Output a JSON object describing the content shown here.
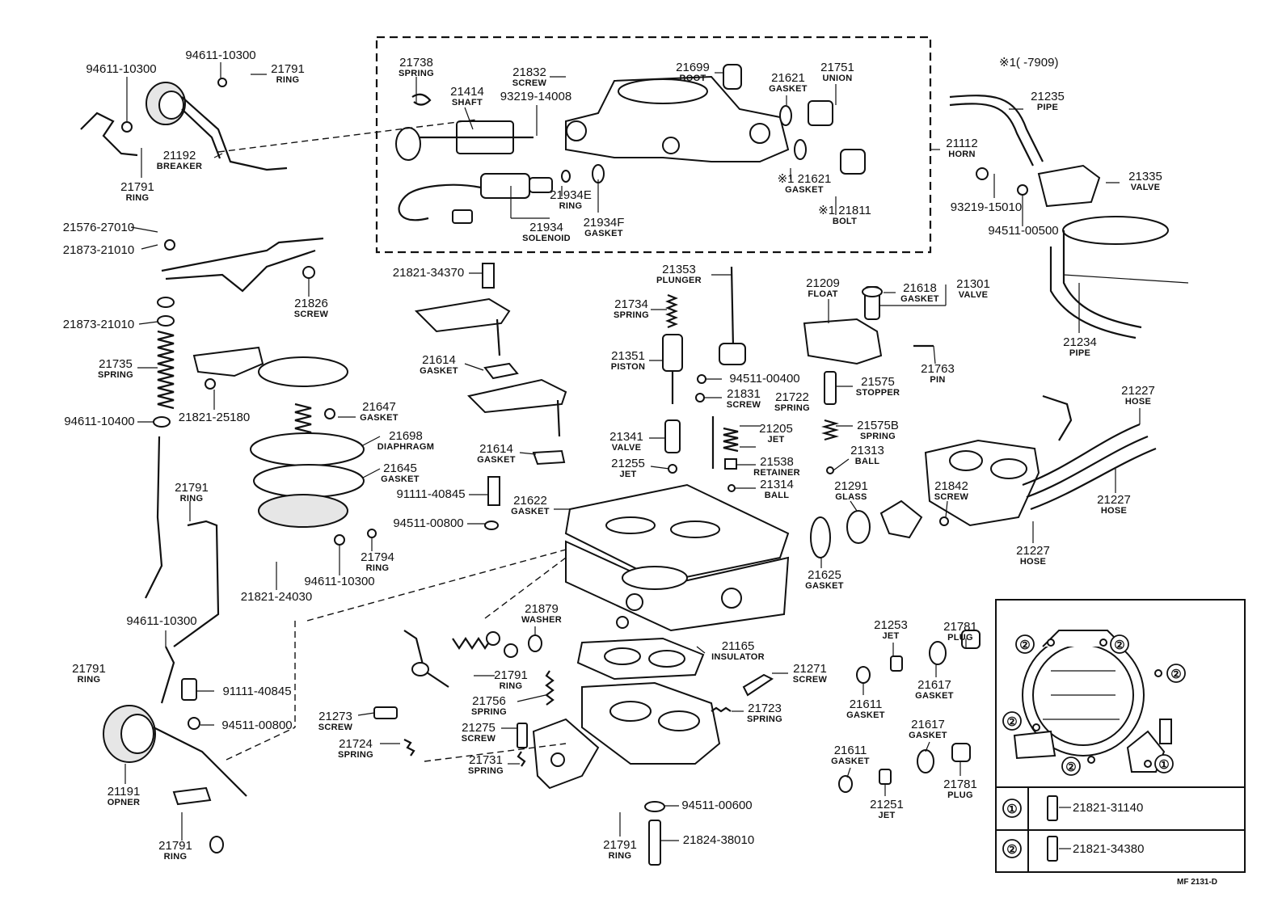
{
  "figure_code": "MF  2131-D",
  "note_header": "※1(       -7909)",
  "callouts": [
    {
      "id": "c01",
      "number": "94611-10300",
      "name": ""
    },
    {
      "id": "c02",
      "number": "94611-10300",
      "name": ""
    },
    {
      "id": "c03",
      "number": "21791",
      "name": "RING"
    },
    {
      "id": "c04",
      "number": "21192",
      "name": "BREAKER"
    },
    {
      "id": "c05",
      "number": "21791",
      "name": "RING"
    },
    {
      "id": "c06",
      "number": "21738",
      "name": "SPRING"
    },
    {
      "id": "c07",
      "number": "21414",
      "name": "SHAFT"
    },
    {
      "id": "c08",
      "number": "21832",
      "name": "SCREW"
    },
    {
      "id": "c09",
      "number": "93219-14008",
      "name": ""
    },
    {
      "id": "c10",
      "number": "21699",
      "name": "BOOT"
    },
    {
      "id": "c11",
      "number": "21621",
      "name": "GASKET"
    },
    {
      "id": "c12",
      "number": "21751",
      "name": "UNION"
    },
    {
      "id": "c13",
      "number": "21112",
      "name": "HORN"
    },
    {
      "id": "c14",
      "number": "※1 21621",
      "name": "GASKET"
    },
    {
      "id": "c15",
      "number": "※1 21811",
      "name": "BOLT"
    },
    {
      "id": "c16",
      "number": "21934E",
      "name": "RING"
    },
    {
      "id": "c17",
      "number": "21934",
      "name": "SOLENOID"
    },
    {
      "id": "c18",
      "number": "21934F",
      "name": "GASKET"
    },
    {
      "id": "c19",
      "number": "21235",
      "name": "PIPE"
    },
    {
      "id": "c20",
      "number": "21335",
      "name": "VALVE"
    },
    {
      "id": "c21",
      "number": "93219-15010",
      "name": ""
    },
    {
      "id": "c22",
      "number": "94511-00500",
      "name": ""
    },
    {
      "id": "c23",
      "number": "21234",
      "name": "PIPE"
    },
    {
      "id": "c24",
      "number": "21576-27010",
      "name": ""
    },
    {
      "id": "c25",
      "number": "21873-21010",
      "name": ""
    },
    {
      "id": "c26",
      "number": "21826",
      "name": "SCREW"
    },
    {
      "id": "c27",
      "number": "21873-21010",
      "name": ""
    },
    {
      "id": "c28",
      "number": "21735",
      "name": "SPRING"
    },
    {
      "id": "c29",
      "number": "21821-25180",
      "name": ""
    },
    {
      "id": "c30",
      "number": "94611-10400",
      "name": ""
    },
    {
      "id": "c31",
      "number": "21647",
      "name": "GASKET"
    },
    {
      "id": "c32",
      "number": "21698",
      "name": "DIAPHRAGM"
    },
    {
      "id": "c33",
      "number": "21645",
      "name": "GASKET"
    },
    {
      "id": "c34",
      "number": "21791",
      "name": "RING"
    },
    {
      "id": "c35",
      "number": "21794",
      "name": "RING"
    },
    {
      "id": "c36",
      "number": "94611-10300",
      "name": ""
    },
    {
      "id": "c37",
      "number": "21821-24030",
      "name": ""
    },
    {
      "id": "c38",
      "number": "21821-34370",
      "name": ""
    },
    {
      "id": "c39",
      "number": "21614",
      "name": "GASKET"
    },
    {
      "id": "c40",
      "number": "21614",
      "name": "GASKET"
    },
    {
      "id": "c41",
      "number": "91111-40845",
      "name": ""
    },
    {
      "id": "c42",
      "number": "94511-00800",
      "name": ""
    },
    {
      "id": "c43",
      "number": "21622",
      "name": "GASKET"
    },
    {
      "id": "c44",
      "number": "21353",
      "name": "PLUNGER"
    },
    {
      "id": "c45",
      "number": "21734",
      "name": "SPRING"
    },
    {
      "id": "c46",
      "number": "21351",
      "name": "PISTON"
    },
    {
      "id": "c47",
      "number": "94511-00400",
      "name": ""
    },
    {
      "id": "c48",
      "number": "21831",
      "name": "SCREW"
    },
    {
      "id": "c49",
      "number": "21722",
      "name": "SPRING"
    },
    {
      "id": "c50",
      "number": "21341",
      "name": "VALVE"
    },
    {
      "id": "c51",
      "number": "21205",
      "name": "JET"
    },
    {
      "id": "c52",
      "number": "21255",
      "name": "JET"
    },
    {
      "id": "c53",
      "number": "21538",
      "name": "RETAINER"
    },
    {
      "id": "c54",
      "number": "21314",
      "name": "BALL"
    },
    {
      "id": "c55",
      "number": "21209",
      "name": "FLOAT"
    },
    {
      "id": "c56",
      "number": "21618",
      "name": "GASKET"
    },
    {
      "id": "c57",
      "number": "21301",
      "name": "VALVE"
    },
    {
      "id": "c58",
      "number": "21763",
      "name": "PIN"
    },
    {
      "id": "c59",
      "number": "21575",
      "name": "STOPPER"
    },
    {
      "id": "c60",
      "number": "21575B",
      "name": "SPRING"
    },
    {
      "id": "c61",
      "number": "21313",
      "name": "BALL"
    },
    {
      "id": "c62",
      "number": "21291",
      "name": "GLASS"
    },
    {
      "id": "c63",
      "number": "21625",
      "name": "GASKET"
    },
    {
      "id": "c64",
      "number": "21842",
      "name": "SCREW"
    },
    {
      "id": "c65",
      "number": "21227",
      "name": "HOSE"
    },
    {
      "id": "c66",
      "number": "21227",
      "name": "HOSE"
    },
    {
      "id": "c67",
      "number": "21227",
      "name": "HOSE"
    },
    {
      "id": "c68",
      "number": "94611-10300",
      "name": ""
    },
    {
      "id": "c69",
      "number": "21791",
      "name": "RING"
    },
    {
      "id": "c70",
      "number": "91111-40845",
      "name": ""
    },
    {
      "id": "c71",
      "number": "94511-00800",
      "name": ""
    },
    {
      "id": "c72",
      "number": "21191",
      "name": "OPNER"
    },
    {
      "id": "c73",
      "number": "21791",
      "name": "RING"
    },
    {
      "id": "c74",
      "number": "21879",
      "name": "WASHER"
    },
    {
      "id": "c75",
      "number": "21165",
      "name": "INSULATOR"
    },
    {
      "id": "c76",
      "number": "21791",
      "name": "RING"
    },
    {
      "id": "c77",
      "number": "21756",
      "name": "SPRING"
    },
    {
      "id": "c78",
      "number": "21273",
      "name": "SCREW"
    },
    {
      "id": "c79",
      "number": "21275",
      "name": "SCREW"
    },
    {
      "id": "c80",
      "number": "21724",
      "name": "SPRING"
    },
    {
      "id": "c81",
      "number": "21731",
      "name": "SPRING"
    },
    {
      "id": "c82",
      "number": "21271",
      "name": "SCREW"
    },
    {
      "id": "c83",
      "number": "21723",
      "name": "SPRING"
    },
    {
      "id": "c84",
      "number": "94511-00600",
      "name": ""
    },
    {
      "id": "c85",
      "number": "21824-38010",
      "name": ""
    },
    {
      "id": "c86",
      "number": "21791",
      "name": "RING"
    },
    {
      "id": "c87",
      "number": "21253",
      "name": "JET"
    },
    {
      "id": "c88",
      "number": "21611",
      "name": "GASKET"
    },
    {
      "id": "c89",
      "number": "21617",
      "name": "GASKET"
    },
    {
      "id": "c90",
      "number": "21781",
      "name": "PLUG"
    },
    {
      "id": "c91",
      "number": "21617",
      "name": "GASKET"
    },
    {
      "id": "c92",
      "number": "21611",
      "name": "GASKET"
    },
    {
      "id": "c93",
      "number": "21251",
      "name": "JET"
    },
    {
      "id": "c94",
      "number": "21781",
      "name": "PLUG"
    }
  ],
  "inset": {
    "markers": [
      "②",
      "②",
      "②",
      "②",
      "②",
      "①"
    ],
    "legend": [
      {
        "marker": "①",
        "number": "21821-31140"
      },
      {
        "marker": "②",
        "number": "21821-34380"
      }
    ]
  }
}
